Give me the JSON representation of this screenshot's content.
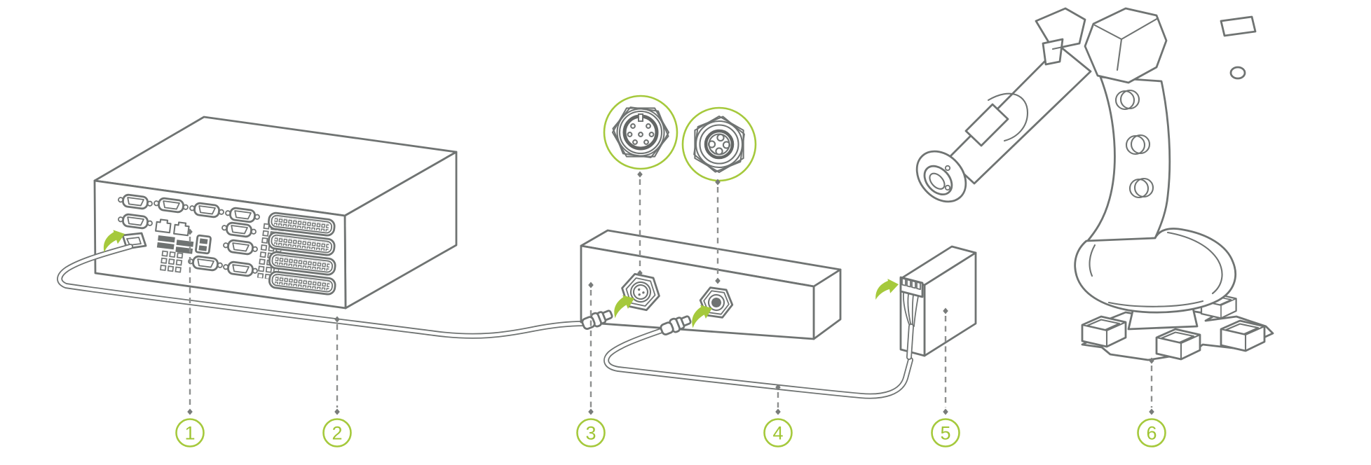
{
  "figure": {
    "type": "hardware-connection-diagram",
    "background": "#ffffff",
    "accent_green": "#a5c93c",
    "line_gray": "#6f7372",
    "dash_gray": "#8d8f8e",
    "callouts": [
      {
        "number": "1",
        "component": "industrial-pc-network-port"
      },
      {
        "number": "2",
        "component": "pc-to-junction-box-cable"
      },
      {
        "number": "3",
        "component": "junction-box-m12-connector"
      },
      {
        "number": "4",
        "component": "junction-box-to-terminal-cable"
      },
      {
        "number": "5",
        "component": "wiring-terminal-block"
      },
      {
        "number": "6",
        "component": "robot-base-plate"
      }
    ],
    "connector_details": [
      {
        "name": "m12-8pin-connector-face"
      },
      {
        "name": "m8-4pin-connector-face"
      }
    ]
  }
}
